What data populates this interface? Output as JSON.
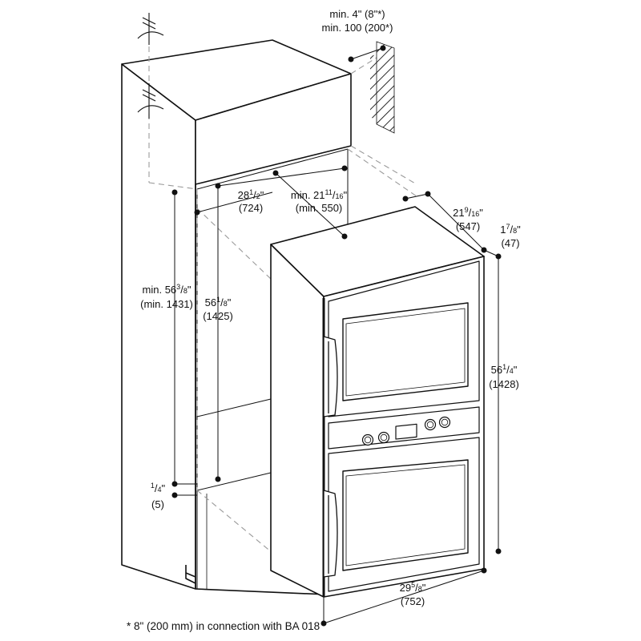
{
  "diagram": {
    "clearance_top": {
      "line1": "min. 4\" (8\"*)",
      "line2": "min. 100 (200*)"
    },
    "niche_width": {
      "whole": "28",
      "num": "1",
      "den": "2",
      "unit": "\"",
      "metric": "(724)"
    },
    "niche_depth": {
      "prefix": "min. ",
      "whole": "21",
      "num": "11",
      "den": "16",
      "unit": "\"",
      "metric": "(min. 550)"
    },
    "oven_depth": {
      "whole": "21",
      "num": "9",
      "den": "16",
      "unit": "\"",
      "metric": "(547)"
    },
    "door_depth": {
      "whole": "1",
      "num": "7",
      "den": "8",
      "unit": "\"",
      "metric": "(47)"
    },
    "niche_height_min": {
      "prefix": "min. ",
      "whole": "56",
      "num": "3",
      "den": "8",
      "unit": "\"",
      "metric": "(min. 1431)"
    },
    "niche_height": {
      "whole": "56",
      "num": "1",
      "den": "8",
      "unit": "\"",
      "metric": "(1425)"
    },
    "oven_height": {
      "whole": "56",
      "num": "1",
      "den": "4",
      "unit": "\"",
      "metric": "(1428)"
    },
    "gap_bottom": {
      "num": "1",
      "den": "4",
      "unit": "\"",
      "metric": "(5)"
    },
    "oven_width": {
      "whole": "29",
      "num": "5",
      "den": "8",
      "unit": "\"",
      "metric": "(752)"
    },
    "footnote": "* 8\" (200 mm) in connection with BA 018"
  },
  "colors": {
    "ink": "#111111",
    "dash": "#9a9a9a",
    "paper": "#ffffff"
  }
}
